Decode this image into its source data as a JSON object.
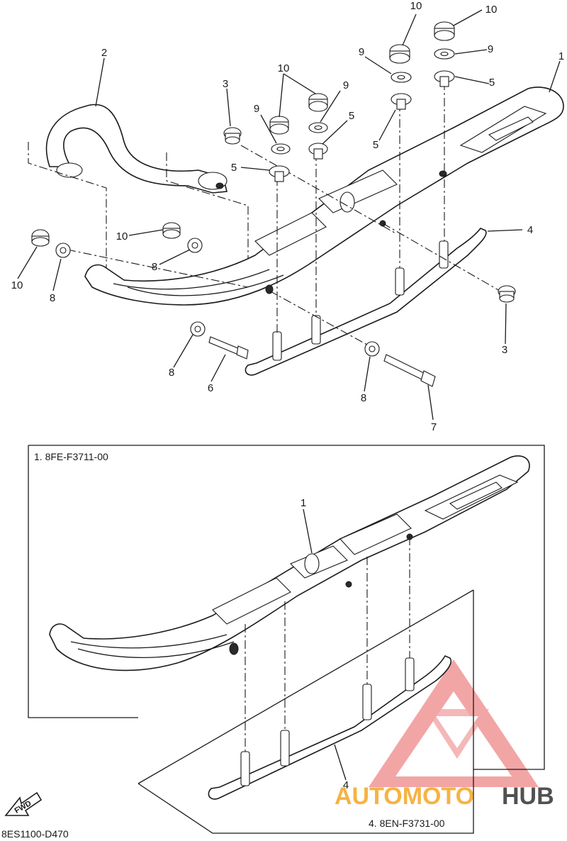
{
  "callouts": {
    "c1": "1",
    "c2": "2",
    "c3a": "3",
    "c3b": "3",
    "c4": "4",
    "c5a": "5",
    "c5b": "5",
    "c5c": "5",
    "c5d": "5",
    "c6": "6",
    "c7": "7",
    "c8a": "8",
    "c8b": "8",
    "c8c": "8",
    "c8d": "8",
    "c9a": "9",
    "c9b": "9",
    "c9c": "9",
    "c9d": "9",
    "c10a": "10",
    "c10b": "10",
    "c10c": "10",
    "c10d": "10",
    "c10e": "10",
    "c1b": "1",
    "c4b": "4"
  },
  "subassembly": {
    "ski_label": "1. 8FE-F3711-00",
    "runner_label": "4. 8EN-F3731-00"
  },
  "fwd_label": "FWD",
  "diagram_code": "8ES1100-D470",
  "watermark": {
    "part1": "AUTOMOTO",
    "part2": "HUB",
    "color1": "#f5a623",
    "color2": "#e85c5c",
    "color3": "#333333"
  }
}
